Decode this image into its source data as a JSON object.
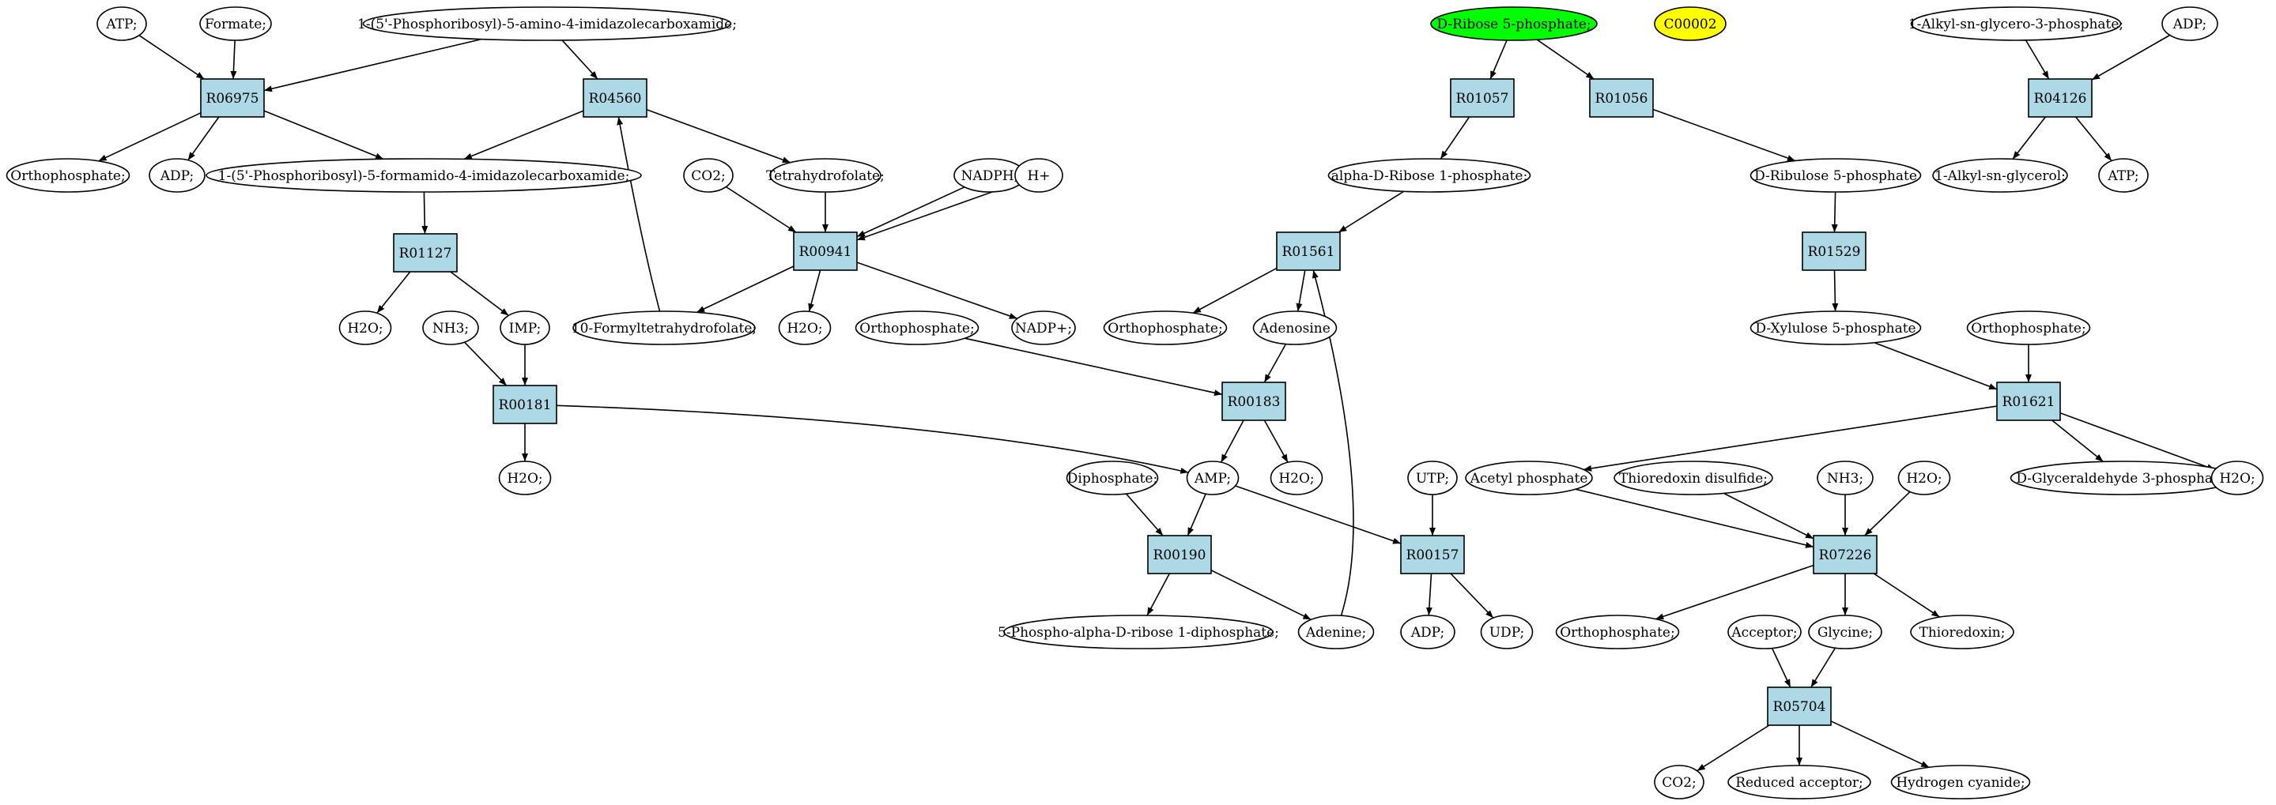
{
  "colors": {
    "reaction_fill": "#add8e6",
    "compound_fill": "#ffffff",
    "highlight_fill": "#00ff00",
    "marker_fill": "#ffff00",
    "stroke": "#000000"
  },
  "nodes": {
    "atp1": {
      "label": "ATP;",
      "shape": "ellipse"
    },
    "formate": {
      "label": "Formate;",
      "shape": "ellipse"
    },
    "aicar": {
      "label": "1-(5'-Phosphoribosyl)-5-amino-4-imidazolecarboxamide;",
      "shape": "ellipse"
    },
    "r06975": {
      "label": "R06975",
      "shape": "box"
    },
    "r04560": {
      "label": "R04560",
      "shape": "box"
    },
    "orthophosphate1": {
      "label": "Orthophosphate;",
      "shape": "ellipse"
    },
    "adp1": {
      "label": "ADP;",
      "shape": "ellipse"
    },
    "faicar": {
      "label": "1-(5'-Phosphoribosyl)-5-formamido-4-imidazolecarboxamide;",
      "shape": "ellipse"
    },
    "r01127": {
      "label": "R01127",
      "shape": "box"
    },
    "h2o1": {
      "label": "H2O;",
      "shape": "ellipse"
    },
    "nh3_1": {
      "label": "NH3;",
      "shape": "ellipse"
    },
    "imp": {
      "label": "IMP;",
      "shape": "ellipse"
    },
    "r00181": {
      "label": "R00181",
      "shape": "box"
    },
    "h2o2": {
      "label": "H2O;",
      "shape": "ellipse"
    },
    "co2_1": {
      "label": "CO2;",
      "shape": "ellipse"
    },
    "thf": {
      "label": "Tetrahydrofolate;",
      "shape": "ellipse"
    },
    "nadph": {
      "label": "NADPH;",
      "shape": "ellipse"
    },
    "hplus": {
      "label": "H+",
      "shape": "ellipse"
    },
    "r00941": {
      "label": "R00941",
      "shape": "box"
    },
    "fthf": {
      "label": "10-Formyltetrahydrofolate;",
      "shape": "ellipse"
    },
    "h2o3": {
      "label": "H2O;",
      "shape": "ellipse"
    },
    "nadp": {
      "label": "NADP+;",
      "shape": "ellipse"
    },
    "orthophosphate2": {
      "label": "Orthophosphate;",
      "shape": "ellipse"
    },
    "r00183": {
      "label": "R00183",
      "shape": "box"
    },
    "amp": {
      "label": "AMP;",
      "shape": "ellipse"
    },
    "h2o4": {
      "label": "H2O;",
      "shape": "ellipse"
    },
    "diphosphate": {
      "label": "Diphosphate;",
      "shape": "ellipse"
    },
    "r00190": {
      "label": "R00190",
      "shape": "box"
    },
    "prpp": {
      "label": "5-Phospho-alpha-D-ribose 1-diphosphate;",
      "shape": "ellipse"
    },
    "adenine": {
      "label": "Adenine;",
      "shape": "ellipse"
    },
    "utp": {
      "label": "UTP;",
      "shape": "ellipse"
    },
    "r00157": {
      "label": "R00157",
      "shape": "box"
    },
    "adp2": {
      "label": "ADP;",
      "shape": "ellipse"
    },
    "udp": {
      "label": "UDP;",
      "shape": "ellipse"
    },
    "r5p": {
      "label": "D-Ribose 5-phosphate;",
      "shape": "ellipse",
      "fill": "highlight"
    },
    "c00002": {
      "label": "C00002",
      "shape": "ellipse",
      "fill": "marker"
    },
    "r01057": {
      "label": "R01057",
      "shape": "box"
    },
    "r01056": {
      "label": "R01056",
      "shape": "box"
    },
    "ar1p": {
      "label": "alpha-D-Ribose 1-phosphate;",
      "shape": "ellipse"
    },
    "r01561": {
      "label": "R01561",
      "shape": "box"
    },
    "orthophosphate3": {
      "label": "Orthophosphate;",
      "shape": "ellipse"
    },
    "adenosine": {
      "label": "Adenosine",
      "shape": "ellipse"
    },
    "ru5p": {
      "label": "D-Ribulose 5-phosphate",
      "shape": "ellipse"
    },
    "r01529": {
      "label": "R01529",
      "shape": "box"
    },
    "xu5p": {
      "label": "D-Xylulose 5-phosphate",
      "shape": "ellipse"
    },
    "orthophosphate4": {
      "label": "Orthophosphate;",
      "shape": "ellipse"
    },
    "r01621": {
      "label": "R01621",
      "shape": "box"
    },
    "acetylp": {
      "label": "Acetyl phosphate",
      "shape": "ellipse"
    },
    "g3p": {
      "label": "D-Glyceraldehyde 3-phosphate;",
      "shape": "ellipse"
    },
    "h2o5": {
      "label": "H2O;",
      "shape": "ellipse"
    },
    "thiodisulf": {
      "label": "Thioredoxin disulfide;",
      "shape": "ellipse"
    },
    "nh3_2": {
      "label": "NH3;",
      "shape": "ellipse"
    },
    "h2o6": {
      "label": "H2O;",
      "shape": "ellipse"
    },
    "r07226": {
      "label": "R07226",
      "shape": "box"
    },
    "orthophosphate5": {
      "label": "Orthophosphate;",
      "shape": "ellipse"
    },
    "acceptor": {
      "label": "Acceptor;",
      "shape": "ellipse"
    },
    "glycine": {
      "label": "Glycine;",
      "shape": "ellipse"
    },
    "thioredoxin": {
      "label": "Thioredoxin;",
      "shape": "ellipse"
    },
    "r05704": {
      "label": "R05704",
      "shape": "box"
    },
    "co2_2": {
      "label": "CO2;",
      "shape": "ellipse"
    },
    "redacceptor": {
      "label": "Reduced acceptor;",
      "shape": "ellipse"
    },
    "hcn": {
      "label": "Hydrogen cyanide;",
      "shape": "ellipse"
    },
    "alkylg3p": {
      "label": "1-Alkyl-sn-glycero-3-phosphate;",
      "shape": "ellipse"
    },
    "adp3": {
      "label": "ADP;",
      "shape": "ellipse"
    },
    "r04126": {
      "label": "R04126",
      "shape": "box"
    },
    "alkylglycerol": {
      "label": "1-Alkyl-sn-glycerol;",
      "shape": "ellipse"
    },
    "atp2": {
      "label": "ATP;",
      "shape": "ellipse"
    }
  },
  "edges": [
    [
      "atp1",
      "r06975"
    ],
    [
      "formate",
      "r06975"
    ],
    [
      "aicar",
      "r06975"
    ],
    [
      "aicar",
      "r04560"
    ],
    [
      "r06975",
      "orthophosphate1"
    ],
    [
      "r06975",
      "adp1"
    ],
    [
      "r06975",
      "faicar"
    ],
    [
      "r04560",
      "faicar"
    ],
    [
      "r04560",
      "thf"
    ],
    [
      "faicar",
      "r01127"
    ],
    [
      "r01127",
      "h2o1"
    ],
    [
      "r01127",
      "imp"
    ],
    [
      "nh3_1",
      "r00181"
    ],
    [
      "imp",
      "r00181"
    ],
    [
      "r00181",
      "h2o2"
    ],
    [
      "r00181",
      "amp"
    ],
    [
      "co2_1",
      "r00941"
    ],
    [
      "thf",
      "r00941"
    ],
    [
      "nadph",
      "r00941"
    ],
    [
      "hplus",
      "r00941"
    ],
    [
      "r00941",
      "fthf"
    ],
    [
      "r00941",
      "h2o3"
    ],
    [
      "r00941",
      "nadp"
    ],
    [
      "fthf",
      "r04560"
    ],
    [
      "orthophosphate2",
      "r00183"
    ],
    [
      "adenosine",
      "r00183"
    ],
    [
      "r00183",
      "amp"
    ],
    [
      "r00183",
      "h2o4"
    ],
    [
      "diphosphate",
      "r00190"
    ],
    [
      "amp",
      "r00190"
    ],
    [
      "amp",
      "r00157"
    ],
    [
      "r00190",
      "prpp"
    ],
    [
      "r00190",
      "adenine"
    ],
    [
      "adenine",
      "r01561"
    ],
    [
      "utp",
      "r00157"
    ],
    [
      "r00157",
      "adp2"
    ],
    [
      "r00157",
      "udp"
    ],
    [
      "r5p",
      "r01057"
    ],
    [
      "r5p",
      "r01056"
    ],
    [
      "r01057",
      "ar1p"
    ],
    [
      "ar1p",
      "r01561"
    ],
    [
      "r01561",
      "orthophosphate3"
    ],
    [
      "r01561",
      "adenosine"
    ],
    [
      "r01056",
      "ru5p"
    ],
    [
      "ru5p",
      "r01529"
    ],
    [
      "r01529",
      "xu5p"
    ],
    [
      "xu5p",
      "r01621"
    ],
    [
      "orthophosphate4",
      "r01621"
    ],
    [
      "r01621",
      "acetylp"
    ],
    [
      "r01621",
      "g3p"
    ],
    [
      "r01621",
      "h2o5"
    ],
    [
      "acetylp",
      "r07226"
    ],
    [
      "thiodisulf",
      "r07226"
    ],
    [
      "nh3_2",
      "r07226"
    ],
    [
      "h2o6",
      "r07226"
    ],
    [
      "r07226",
      "orthophosphate5"
    ],
    [
      "r07226",
      "glycine"
    ],
    [
      "r07226",
      "thioredoxin"
    ],
    [
      "acceptor",
      "r05704"
    ],
    [
      "glycine",
      "r05704"
    ],
    [
      "r05704",
      "co2_2"
    ],
    [
      "r05704",
      "redacceptor"
    ],
    [
      "r05704",
      "hcn"
    ],
    [
      "alkylg3p",
      "r04126"
    ],
    [
      "adp3",
      "r04126"
    ],
    [
      "r04126",
      "alkylglycerol"
    ],
    [
      "r04126",
      "atp2"
    ]
  ]
}
